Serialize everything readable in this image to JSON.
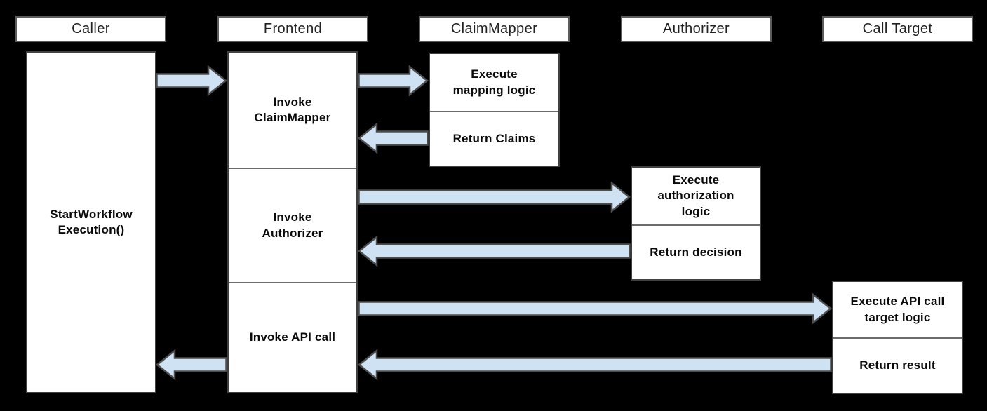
{
  "diagram": {
    "background_color": "#000000",
    "arrow_fill_color": "#cfe2f3",
    "arrow_stroke_color": "#4d4d4d",
    "box_fill_color": "#ffffff",
    "lanes": [
      {
        "id": "caller",
        "title": "Caller"
      },
      {
        "id": "frontend",
        "title": "Frontend"
      },
      {
        "id": "claimmapper",
        "title": "ClaimMapper"
      },
      {
        "id": "authorizer",
        "title": "Authorizer"
      },
      {
        "id": "calltarget",
        "title": "Call Target"
      }
    ],
    "caller": {
      "label": "StartWorkflow\nExecution()"
    },
    "frontend": {
      "sections": [
        "Invoke\nClaimMapper",
        "Invoke\nAuthorizer",
        "Invoke API call"
      ]
    },
    "claim_mapper": {
      "sections": [
        "Execute\nmapping logic",
        "Return Claims"
      ]
    },
    "authorizer": {
      "sections": [
        "Execute\nauthorization\nlogic",
        "Return decision"
      ]
    },
    "call_target": {
      "sections": [
        "Execute API call\ntarget logic",
        "Return result"
      ]
    },
    "flows": [
      {
        "from": "Caller",
        "to": "Frontend",
        "step": "StartWorkflowExecution()"
      },
      {
        "from": "Frontend",
        "to": "ClaimMapper",
        "step": "Invoke ClaimMapper"
      },
      {
        "from": "ClaimMapper",
        "to": "Frontend",
        "step": "Return Claims"
      },
      {
        "from": "Frontend",
        "to": "Authorizer",
        "step": "Invoke Authorizer"
      },
      {
        "from": "Authorizer",
        "to": "Frontend",
        "step": "Return decision"
      },
      {
        "from": "Frontend",
        "to": "Call Target",
        "step": "Invoke API call"
      },
      {
        "from": "Call Target",
        "to": "Frontend",
        "step": "Return result"
      },
      {
        "from": "Frontend",
        "to": "Caller",
        "step": "Return result"
      }
    ]
  }
}
